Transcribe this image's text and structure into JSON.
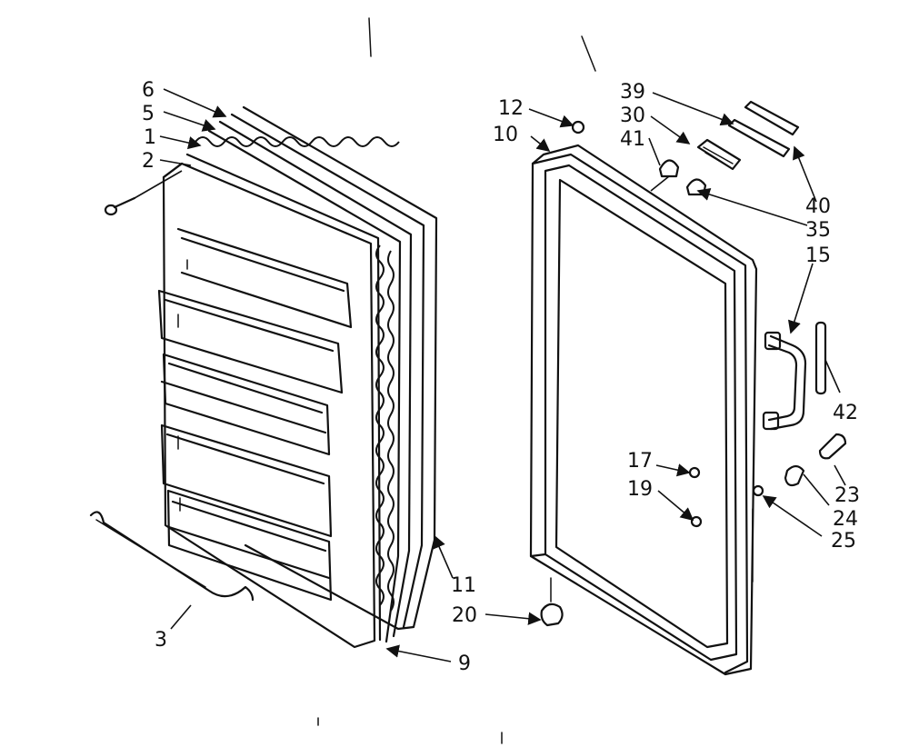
{
  "diagram": {
    "callouts": {
      "p6": "6",
      "p5": "5",
      "p1": "1",
      "p2": "2",
      "p3": "3",
      "p9": "9",
      "p11": "11",
      "p12": "12",
      "p10": "10",
      "p20": "20",
      "p39": "39",
      "p30": "30",
      "p41": "41",
      "p40": "40",
      "p35": "35",
      "p15": "15",
      "p42": "42",
      "p17": "17",
      "p19": "19",
      "p23": "23",
      "p24": "24",
      "p25": "25"
    },
    "colors": {
      "ink": "#111111",
      "paper": "#ffffff"
    }
  }
}
